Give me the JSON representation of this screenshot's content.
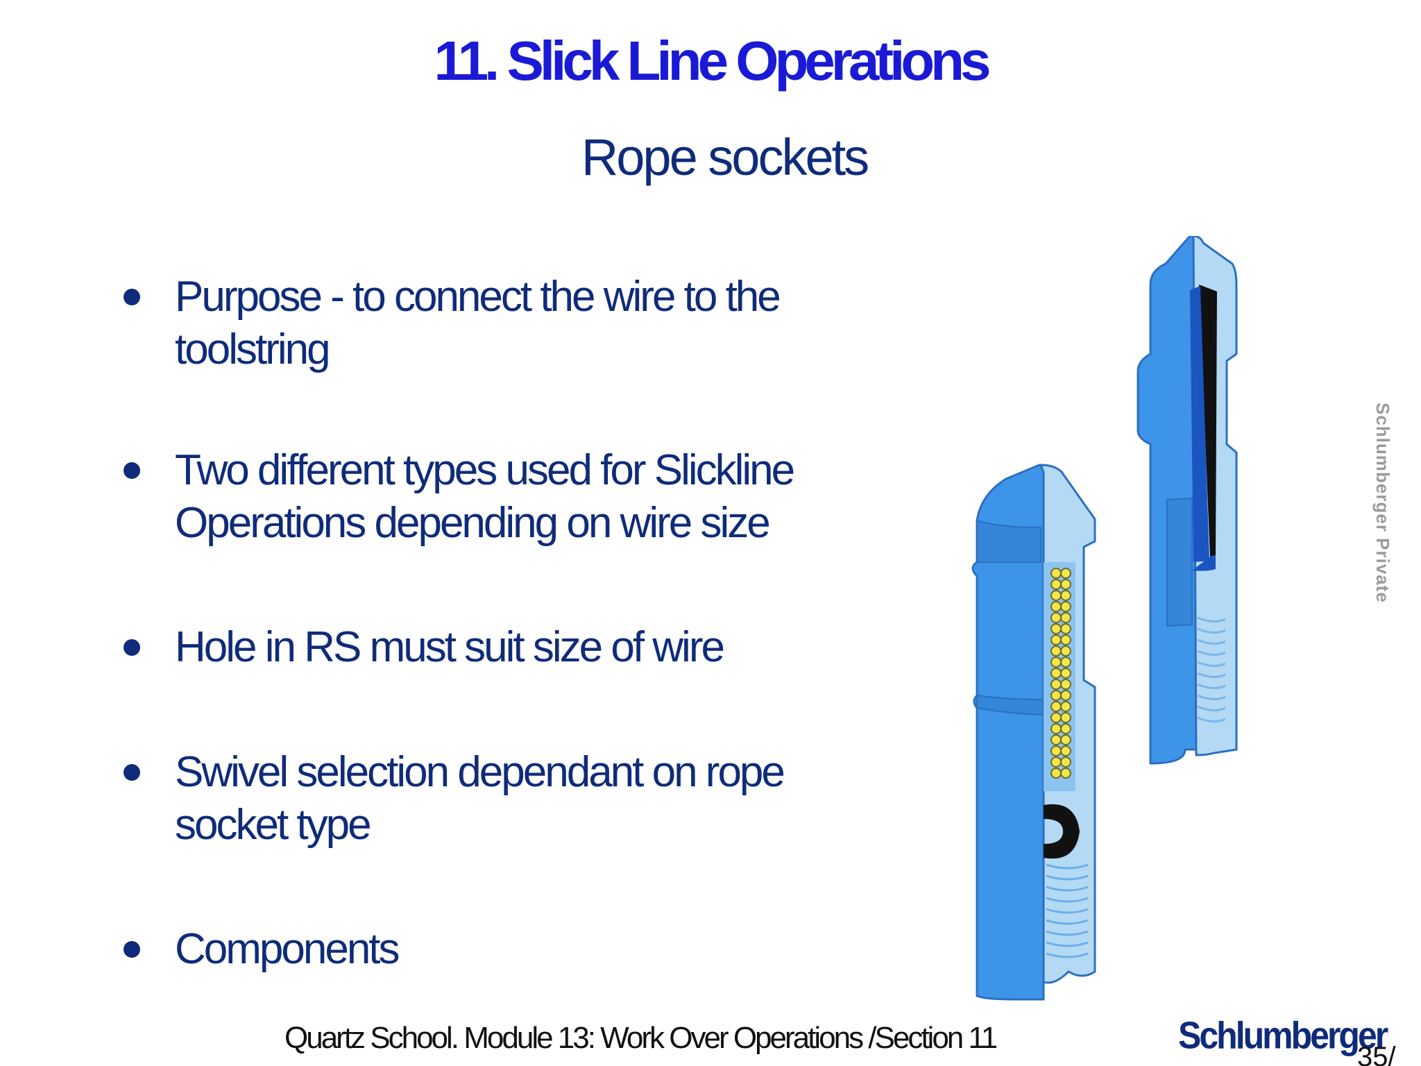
{
  "slide": {
    "title": "11. Slick Line Operations",
    "subtitle": "Rope sockets",
    "bullets": [
      "Purpose - to connect the wire to the toolstring",
      "Two different types used for Slickline Operations depending on wire size",
      "Hole in RS must suit size of wire",
      "Swivel selection dependant on rope socket type",
      "Components"
    ],
    "watermark": "Schlumberger Private",
    "footer": "Quartz School.  Module 13: Work Over Operations /Section 11",
    "logo_text": "Schlumberger",
    "page_number": "35/"
  },
  "colors": {
    "title": "#1a1ad6",
    "text": "#0f2b7a",
    "tool_dark": "#3d94e8",
    "tool_light": "#b4d9f5",
    "spring": "#f2e64a"
  }
}
